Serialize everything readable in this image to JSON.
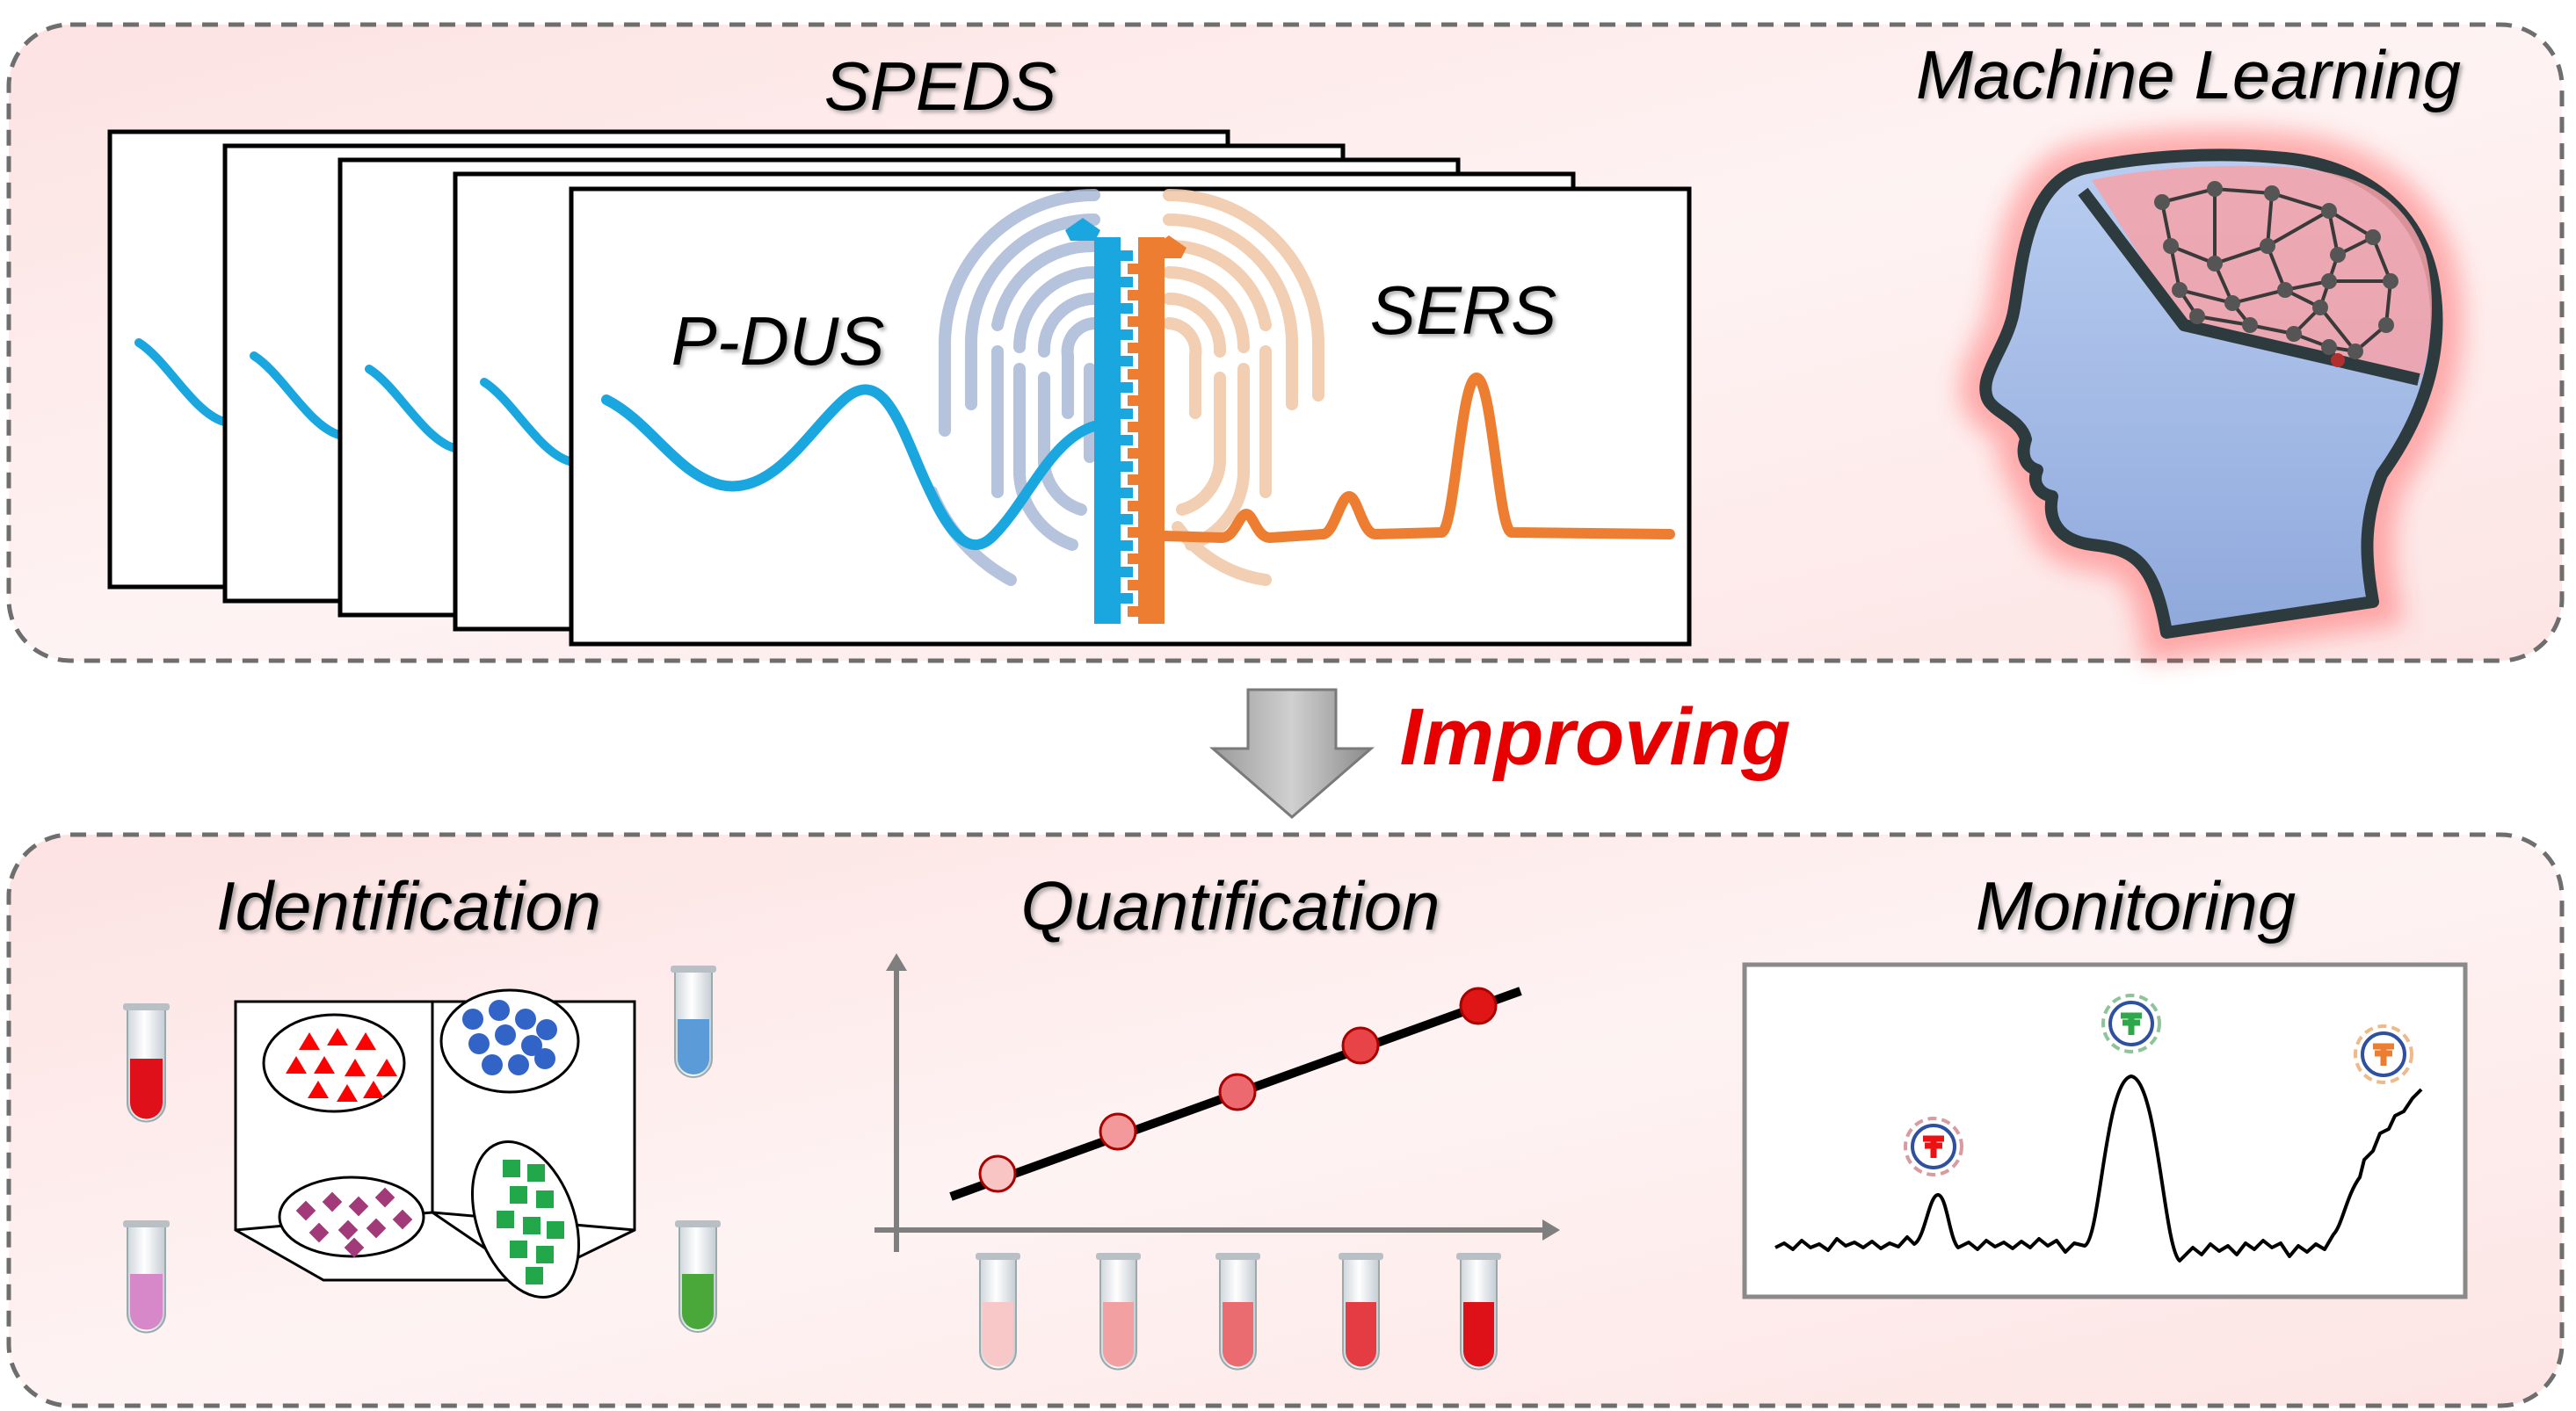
{
  "top_panel": {
    "title_speds": "SPEDS",
    "title_ml": "Machine Learning",
    "label_pdus": "P-DUS",
    "label_sers": "SERS"
  },
  "arrow": {
    "label": "Improving"
  },
  "bottom_panel": {
    "identification": "Identification",
    "quantification": "Quantification",
    "monitoring": "Monitoring"
  },
  "colors": {
    "panel_fill": "#fde6e6",
    "pdus_blue": "#1aa7e0",
    "sers_orange": "#ed7d31",
    "improving_red": "#e60000",
    "brain_glow": "#ff3b3b",
    "head_fill": "#a9c1e8"
  }
}
